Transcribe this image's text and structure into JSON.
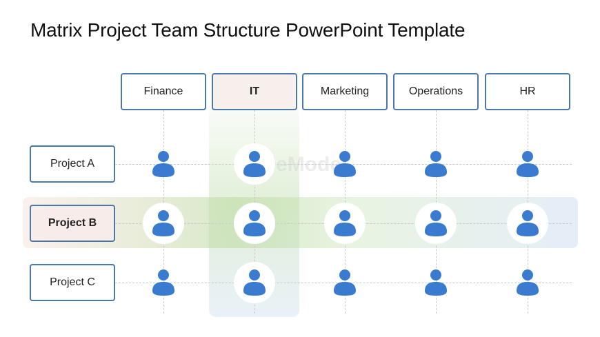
{
  "title": "Matrix Project Team Structure PowerPoint Template",
  "watermark": "SlideModel",
  "columns": [
    {
      "label": "Finance",
      "highlighted": false
    },
    {
      "label": "IT",
      "highlighted": true
    },
    {
      "label": "Marketing",
      "highlighted": false
    },
    {
      "label": "Operations",
      "highlighted": false
    },
    {
      "label": "HR",
      "highlighted": false
    }
  ],
  "rows": [
    {
      "label": "Project A",
      "highlighted": false
    },
    {
      "label": "Project B",
      "highlighted": true
    },
    {
      "label": "Project C",
      "highlighted": false
    }
  ],
  "cell_icon": "person-icon",
  "colors": {
    "accent": "#3a7bd0",
    "border": "#4a78aa"
  }
}
